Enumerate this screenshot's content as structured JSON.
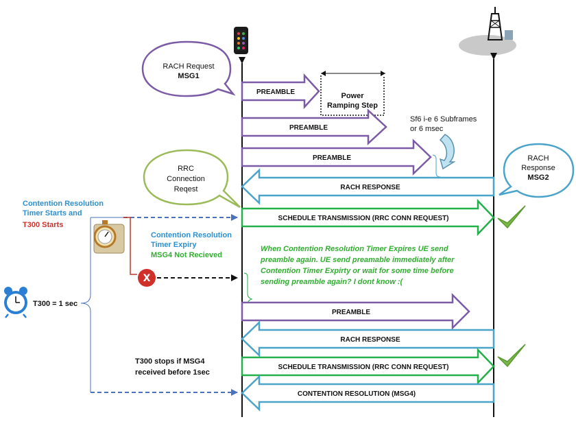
{
  "colors": {
    "purple": "#7b5aa6",
    "blue": "#4aa3c8",
    "green": "#22b04a",
    "dashBlue": "#4a72b8",
    "red": "#d0302a",
    "textBlue": "#2c8fd0",
    "textGreen": "#2fae2f",
    "black": "#111111"
  },
  "icons": {
    "phone": "mobile-phone-icon",
    "tower": "base-station-tower-icon",
    "alarm": "alarm-clock-icon",
    "stopwatch": "stopwatch-icon",
    "x": "red-x-icon",
    "check": "green-checkmark-icon"
  },
  "bubbles": {
    "rach_request_line1": "RACH Request",
    "rach_request_line2": "MSG1",
    "rrc_line1": "RRC",
    "rrc_line2": "Connection",
    "rrc_line3": "Reqest",
    "rach_response_line1": "RACH",
    "rach_response_line2": "Response",
    "rach_response_line3": "MSG2"
  },
  "arrows": {
    "preamble1": "PREAMBLE",
    "preamble2": "PREAMBLE",
    "preamble3": "PREAMBLE",
    "rach_response1": "RACH RESPONSE",
    "schedule1": "SCHEDULE TRANSMISSION (RRC CONN REQUEST)",
    "preamble4": "PREAMBLE",
    "rach_response2": "RACH RESPONSE",
    "schedule2": "SCHEDULE TRANSMISSION (RRC CONN REQUEST)",
    "contention": "CONTENTION RESOLUTION (MSG4)"
  },
  "notes": {
    "power_ramping_line1": "Power",
    "power_ramping_line2": "Ramping Step",
    "sf6_line1": "Sf6 i-e 6 Subframes",
    "sf6_line2": "or 6 msec",
    "crt_start_line1": "Contention Resolution",
    "crt_start_line2": "Timer Starts and",
    "t300_starts": "T300 Starts",
    "crt_expiry_line1": "Contention Resolution",
    "crt_expiry_line2": "Timer Expiry",
    "msg4_not_received": "MSG4 Not Recieved",
    "t300_value": "T300 = 1 sec",
    "t300_stops_line1": "T300 stops if MSG4",
    "t300_stops_line2": "received before 1sec",
    "question_line1": "When Contention Resolution Timer Expires UE send",
    "question_line2": "preamble again.  UE send preamable immediately after",
    "question_line3": "Contention Timer Expirty or wait for some time before",
    "question_line4": "sending preamble again? I dont know :("
  }
}
